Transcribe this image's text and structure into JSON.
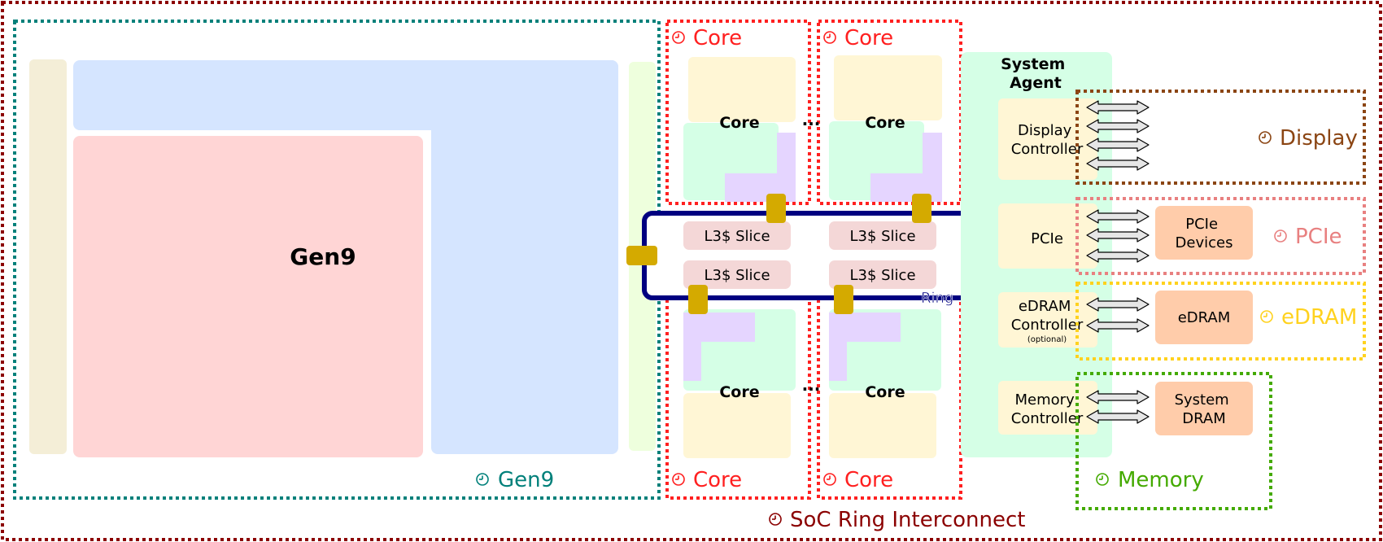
{
  "gen9": {
    "label": "Gen9",
    "domain_label": "Gen9"
  },
  "cores": {
    "block_label": "Core",
    "ellipsis": "...",
    "domain_label": "Core"
  },
  "ring": {
    "label": "Ring",
    "slice_label": "L3$ Slice"
  },
  "system_agent": {
    "title_line1": "System",
    "title_line2": "Agent",
    "display_controller_line1": "Display",
    "display_controller_line2": "Controller",
    "pcie": "PCIe",
    "edram_controller_line1": "eDRAM",
    "edram_controller_line2": "Controller",
    "edram_optional": "(optional)",
    "memory_controller_line1": "Memory",
    "memory_controller_line2": "Controller"
  },
  "external": {
    "pcie_devices_line1": "PCIe",
    "pcie_devices_line2": "Devices",
    "edram": "eDRAM",
    "system_dram_line1": "System",
    "system_dram_line2": "DRAM"
  },
  "domains": {
    "display": "Display",
    "pcie": "PCIe",
    "edram": "eDRAM",
    "memory": "Memory",
    "soc": "SoC Ring Interconnect"
  },
  "colors": {
    "soc_border": "#8b0000",
    "gen9_border": "#00807a",
    "core_border": "#ff2020",
    "display_border": "#8b4513",
    "pcie_border": "#e88080",
    "edram_border": "#ffd21e",
    "memory_border": "#44aa00",
    "ring": "#000080",
    "ring_stop": "#d4aa00",
    "gen9_blue": "#d5e5ff",
    "gen9_pink": "#ffd5d5",
    "gen9_cream": "#f4eed7",
    "gen9_green": "#eeffdd",
    "core_cream": "#fff6d5",
    "core_mint": "#d5ffe6",
    "core_lavender": "#e5d5ff",
    "l3_slice": "#f4d7d7",
    "system_agent": "#d5ffe6",
    "ext_device": "#ffccaa",
    "arrow_fill": "#e6e6e6"
  }
}
